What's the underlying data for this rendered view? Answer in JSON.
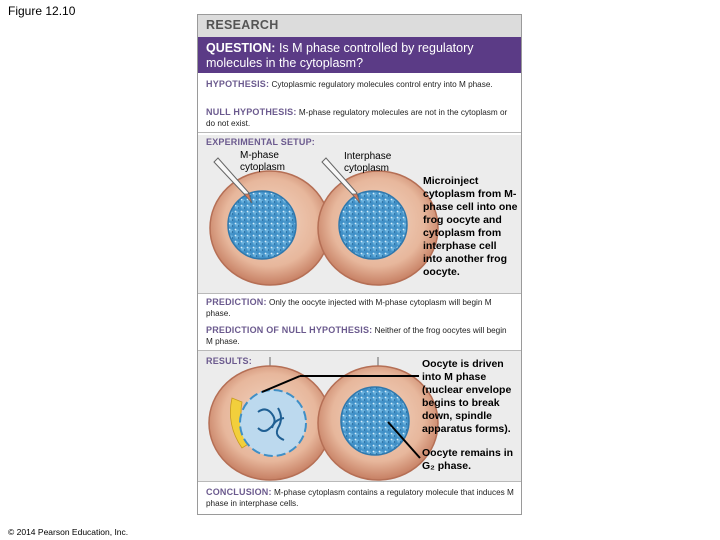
{
  "figure_label": "Figure 12.10",
  "copyright": "© 2014 Pearson Education, Inc.",
  "panel": {
    "header": "RESEARCH",
    "question_key": "QUESTION:",
    "question_text": "Is M phase controlled by regulatory molecules in the cytoplasm?",
    "hypothesis_key": "HYPOTHESIS:",
    "hypothesis_text": "Cytoplasmic regulatory molecules control entry into M phase.",
    "null_key": "NULL HYPOTHESIS:",
    "null_text": "M-phase regulatory molecules are not in the cytoplasm or do not exist.",
    "setup_key": "EXPERIMENTAL SETUP:",
    "setup_left_label": "M-phase cytoplasm",
    "setup_right_label": "Interphase cytoplasm",
    "setup_description": "Microinject cytoplasm from M-phase cell into one frog oocyte and cytoplasm from interphase cell into another frog oocyte.",
    "prediction_key": "PREDICTION:",
    "prediction_text": "Only the oocyte injected with M-phase cytoplasm will begin M phase.",
    "null_prediction_key": "PREDICTION OF NULL HYPOTHESIS:",
    "null_prediction_text": "Neither of the frog oocytes will begin M phase.",
    "results_key": "RESULTS:",
    "result_left": "Oocyte is driven into M phase (nuclear envelope begins to break down, spindle apparatus forms).",
    "result_right": "Oocyte remains in G₂ phase.",
    "conclusion_key": "CONCLUSION:",
    "conclusion_text": "M-phase cytoplasm contains a regulatory molecule that induces M phase in interphase cells."
  },
  "colors": {
    "question_band": "#5b3b86",
    "cell_fill": "#e2b49a",
    "cell_edge": "#c67f63",
    "nucleus": "#5ba8d8",
    "key_text": "#6b5a8e"
  }
}
